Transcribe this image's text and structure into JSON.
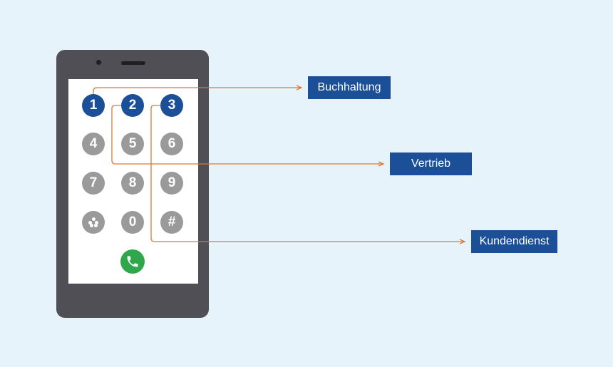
{
  "keypad": {
    "row1": [
      "1",
      "2",
      "3"
    ],
    "row2": [
      "4",
      "5",
      "6"
    ],
    "row3": [
      "7",
      "8",
      "9"
    ],
    "row4": [
      "",
      "0",
      "#"
    ]
  },
  "labels": {
    "key1": "Buchhaltung",
    "key2": "Vertrieb",
    "key3": "Kundendienst"
  },
  "colors": {
    "background": "#e6f3fb",
    "phone_body": "#4f4f55",
    "highlight_key": "#1b4f98",
    "default_key": "#9a9a9a",
    "call_button": "#2ea84a",
    "connector": "#e07830",
    "label_box": "#1b4f98"
  },
  "icons": {
    "star_key": "asterisk-flower-icon",
    "call_button": "phone-handset-icon"
  }
}
